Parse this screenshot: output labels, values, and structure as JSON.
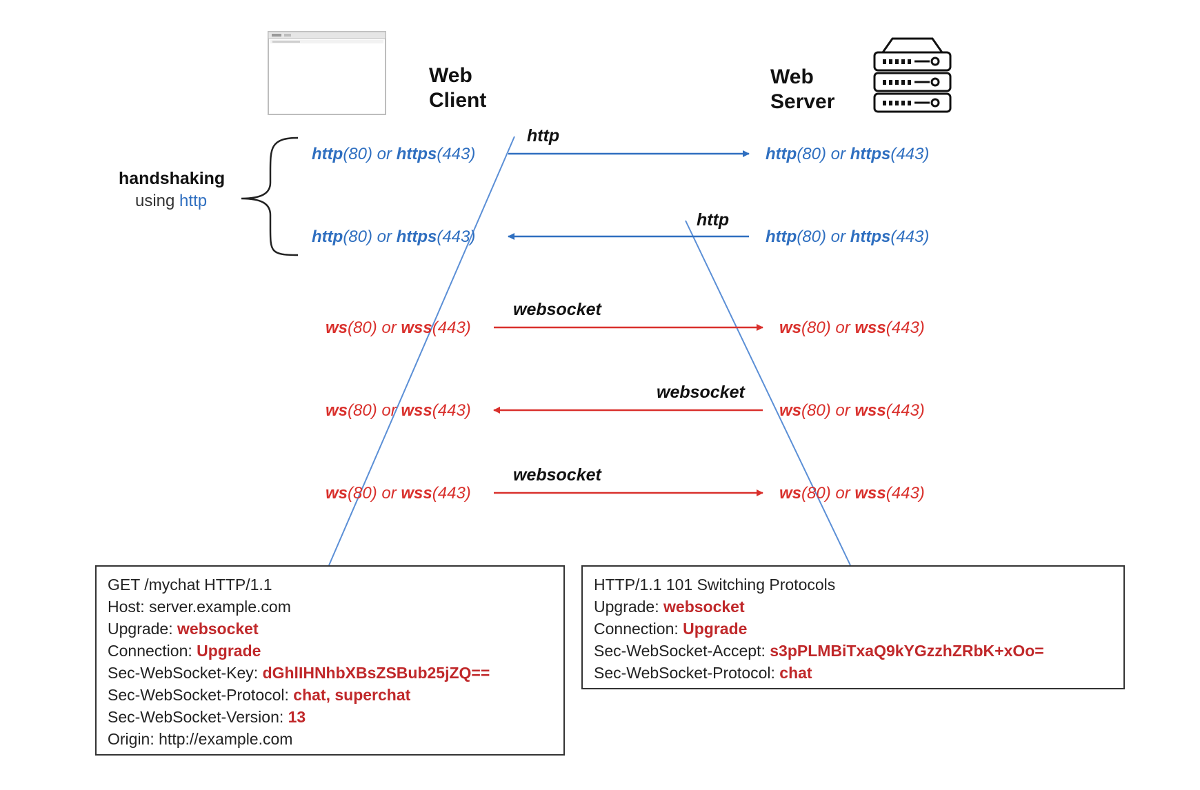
{
  "client": {
    "title_line1": "Web",
    "title_line2": "Client"
  },
  "server": {
    "title_line1": "Web",
    "title_line2": "Server"
  },
  "handshaking": {
    "title": "handshaking",
    "using": "using",
    "using_protocol": "http"
  },
  "colors": {
    "http": "#2f6fc0",
    "ws": "#d9302c",
    "value": "#c0282a"
  },
  "http_label": {
    "p1": "http",
    "p1_port": "(80)",
    "or": " or ",
    "p2": "https",
    "p2_port": "(443)"
  },
  "ws_label": {
    "p1": "ws",
    "p1_port": "(80)",
    "or": " or ",
    "p2": "wss",
    "p2_port": "(443)"
  },
  "messages": [
    {
      "protocol": "http",
      "label": "http",
      "direction": "to-server"
    },
    {
      "protocol": "http",
      "label": "http",
      "direction": "to-client"
    },
    {
      "protocol": "ws",
      "label": "websocket",
      "direction": "to-server"
    },
    {
      "protocol": "ws",
      "label": "websocket",
      "direction": "to-client"
    },
    {
      "protocol": "ws",
      "label": "websocket",
      "direction": "to-server"
    }
  ],
  "request_box": {
    "rows": [
      {
        "key": "GET /mychat HTTP/1.1",
        "value": ""
      },
      {
        "key": "Host: server.example.com",
        "value": ""
      },
      {
        "key": "Upgrade: ",
        "value": "websocket"
      },
      {
        "key": "Connection: ",
        "value": "Upgrade"
      },
      {
        "key": "Sec-WebSocket-Key: ",
        "value": "dGhlIHNhbXBsZSBub25jZQ=="
      },
      {
        "key": "Sec-WebSocket-Protocol: ",
        "value": "chat, superchat"
      },
      {
        "key": "Sec-WebSocket-Version: ",
        "value": "13"
      },
      {
        "key": "Origin: http://example.com",
        "value": ""
      }
    ]
  },
  "response_box": {
    "rows": [
      {
        "key": "HTTP/1.1 101 Switching Protocols",
        "value": ""
      },
      {
        "key": "Upgrade: ",
        "value": "websocket"
      },
      {
        "key": "Connection: ",
        "value": "Upgrade"
      },
      {
        "key": "Sec-WebSocket-Accept: ",
        "value": "s3pPLMBiTxaQ9kYGzzhZRbK+xOo="
      },
      {
        "key": "Sec-WebSocket-Protocol: ",
        "value": "chat"
      }
    ]
  }
}
